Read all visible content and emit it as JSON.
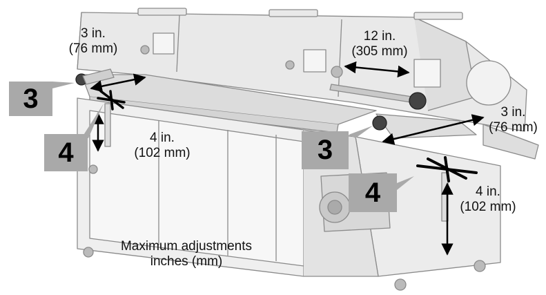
{
  "colors": {
    "machine_fill": "#e9e9e9",
    "machine_line": "#8a8a8a",
    "badge_fill": "#a9a9a9",
    "arrow": "#000000"
  },
  "callouts": [
    {
      "id": "c1",
      "number": "3"
    },
    {
      "id": "c2",
      "number": "4"
    },
    {
      "id": "c3",
      "number": "3"
    },
    {
      "id": "c4",
      "number": "4"
    }
  ],
  "dimensions": [
    {
      "id": "d1",
      "line1": "3 in.",
      "line2": "(76 mm)"
    },
    {
      "id": "d2",
      "line1": "12 in.",
      "line2": "(305 mm)"
    },
    {
      "id": "d3",
      "line1": "4 in.",
      "line2": "(102 mm)"
    },
    {
      "id": "d4",
      "line1": "3 in.",
      "line2": "(76 mm)"
    },
    {
      "id": "d5",
      "line1": "4 in.",
      "line2": "(102 mm)"
    }
  ],
  "caption": {
    "line1": "Maximum adjustments",
    "line2": "inches (mm)"
  }
}
